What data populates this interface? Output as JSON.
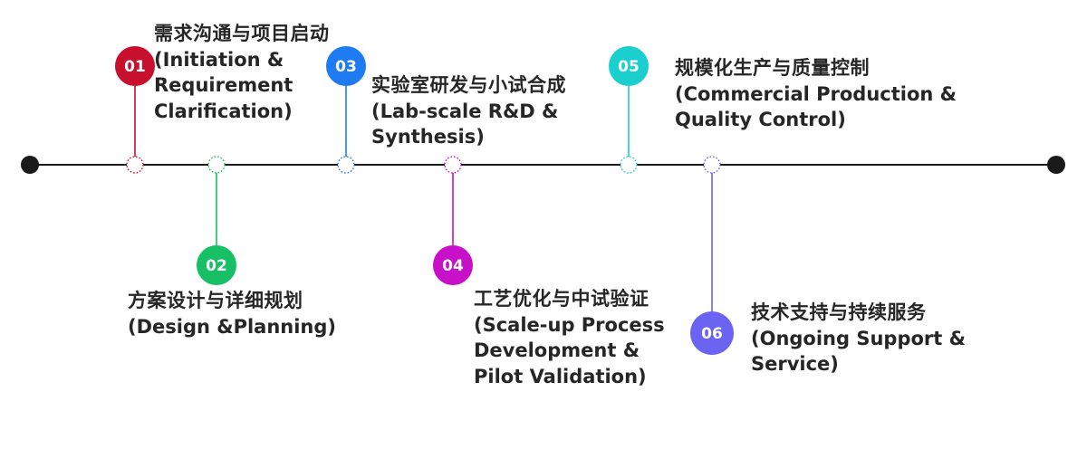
{
  "steps": [
    {
      "num": "01",
      "zh": "需求沟通与项目启动",
      "en": "(Initiation &\nRequirement\nClarification)",
      "color": "#C8102E"
    },
    {
      "num": "02",
      "zh": "方案设计与详细规划",
      "en": "(Design &Planning)",
      "color": "#17C064"
    },
    {
      "num": "03",
      "zh": "实验室研发与小试合成",
      "en": "(Lab-scale R&D &\nSynthesis)",
      "color": "#1E7BF2"
    },
    {
      "num": "04",
      "zh": "工艺优化与中试验证",
      "en": "(Scale-up Process\nDevelopment &\nPilot Validation)",
      "color": "#C810C8"
    },
    {
      "num": "05",
      "zh": "规模化生产与质量控制",
      "en": "(Commercial Production &\nQuality Control)",
      "color": "#1BCFCF"
    },
    {
      "num": "06",
      "zh": "技术支持与持续服务",
      "en": "(Ongoing Support &\nService)",
      "color": "#6B63F2"
    }
  ],
  "axis_color": "#1a1a1a"
}
